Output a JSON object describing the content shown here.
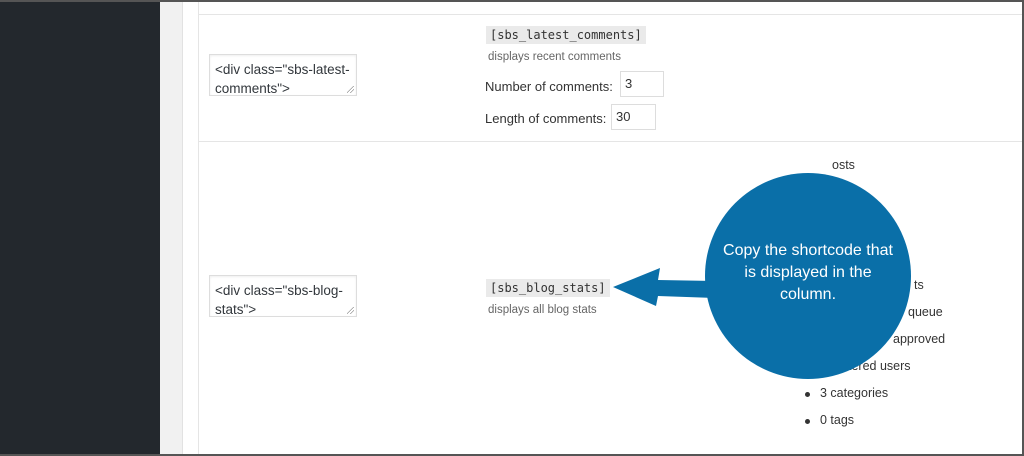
{
  "rows": [
    {
      "textarea": "<div class=\"sbs-latest-comments\">",
      "shortcode": "[sbs_latest_comments]",
      "description": "displays recent comments",
      "fields": [
        {
          "label": "Number of comments:",
          "value": "3"
        },
        {
          "label": "Length of comments:",
          "value": "30"
        }
      ]
    },
    {
      "textarea": "<div class=\"sbs-blog-stats\">",
      "shortcode": "[sbs_blog_stats]",
      "description": "displays all blog stats",
      "stats": [
        "osts",
        "ts",
        "queue",
        "approved",
        "tered users",
        "3 categories",
        "0 tags"
      ]
    }
  ],
  "callout": {
    "text": "Copy the shortcode that is displayed in the column.",
    "color": "#0a6fa8"
  }
}
